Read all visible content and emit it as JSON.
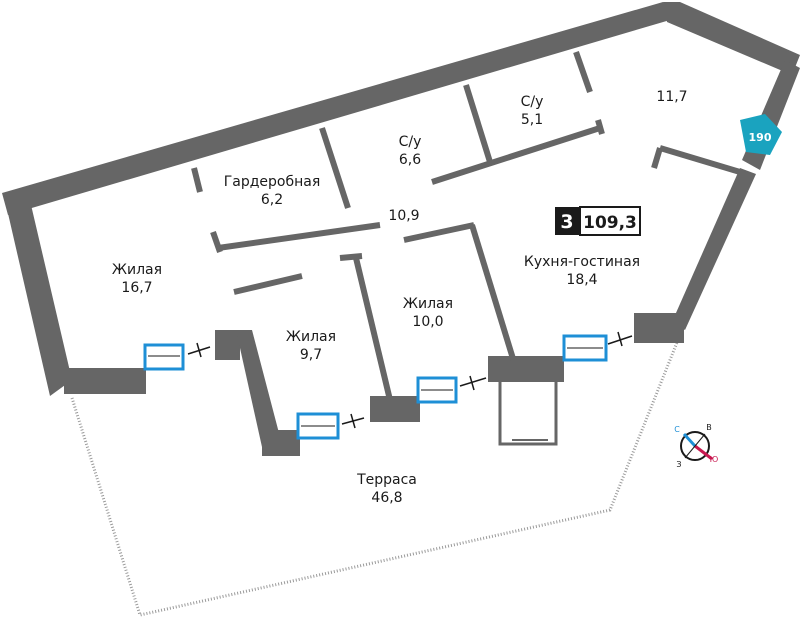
{
  "plan": {
    "rooms_count": "3",
    "total_area": "109,3",
    "apartment_number": "190"
  },
  "rooms": [
    {
      "id": "wardrobe",
      "name": "Гардеробная",
      "area": "6,2"
    },
    {
      "id": "bath1",
      "name": "С/у",
      "area": "6,6"
    },
    {
      "id": "bath2",
      "name": "С/у",
      "area": "5,1"
    },
    {
      "id": "hall_top",
      "name": "",
      "area": "11,7"
    },
    {
      "id": "corridor",
      "name": "",
      "area": "10,9"
    },
    {
      "id": "living1",
      "name": "Жилая",
      "area": "16,7"
    },
    {
      "id": "living2",
      "name": "Жилая",
      "area": "9,7"
    },
    {
      "id": "living3",
      "name": "Жилая",
      "area": "10,0"
    },
    {
      "id": "kitchen",
      "name": "Кухня-гостиная",
      "area": "18,4"
    },
    {
      "id": "terrace",
      "name": "Терраса",
      "area": "46,8"
    }
  ],
  "compass": {
    "north": "С",
    "east": "В",
    "south": "Ю",
    "west": "З"
  },
  "colors": {
    "wall": "#666666",
    "window": "#1e8fd6",
    "badge": "#1aa3bf",
    "rooms_box": "#1a1a1a",
    "compass_south": "#c8184f",
    "compass_north": "#1e8fd6"
  }
}
